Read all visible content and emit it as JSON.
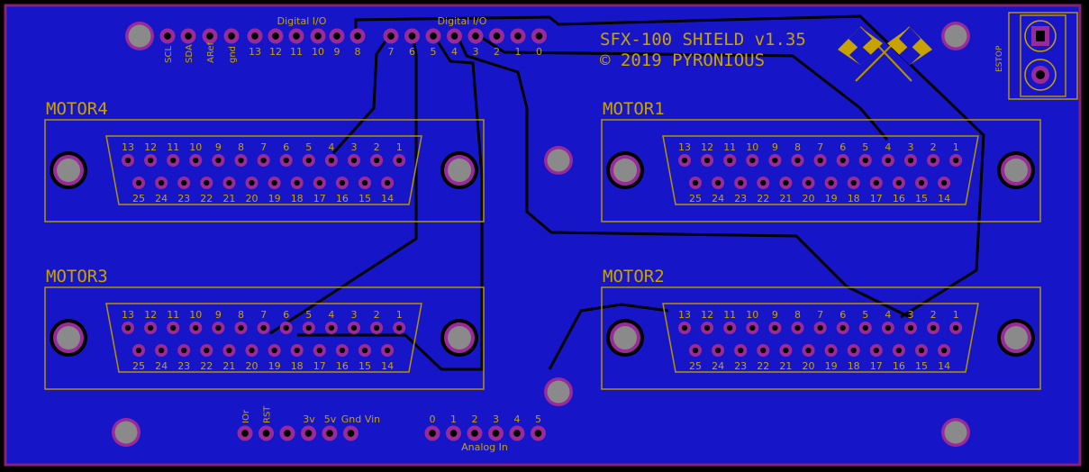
{
  "board": {
    "title_line1": "SFX-100 SHIELD v1.35",
    "title_line2": "© 2019 PYRONIOUS",
    "colors": {
      "copper": "#1616c8",
      "background": "#000000",
      "silkscreen": "#c8a200",
      "pad_ring": "#9a2a9a",
      "outline": "#8b1f7a"
    }
  },
  "headers": {
    "digital_label": "Digital I/O",
    "digital_left_pins": [
      "SCL",
      "SDA",
      "ARef",
      "gnd",
      "13",
      "12",
      "11",
      "10",
      "9",
      "8"
    ],
    "digital_right_pins": [
      "7",
      "6",
      "5",
      "4",
      "3",
      "2",
      "1",
      "0"
    ],
    "power_pins": [
      "IOr",
      "RST",
      "3v",
      "5v",
      "Gnd",
      "Vin"
    ],
    "analog_pins": [
      "0",
      "1",
      "2",
      "3",
      "4",
      "5"
    ],
    "analog_label": "Analog In"
  },
  "estop": {
    "label": "ESTOP"
  },
  "connectors": [
    {
      "id": "motor4",
      "label": "MOTOR4"
    },
    {
      "id": "motor1",
      "label": "MOTOR1"
    },
    {
      "id": "motor3",
      "label": "MOTOR3"
    },
    {
      "id": "motor2",
      "label": "MOTOR2"
    }
  ],
  "db25": {
    "top_row": [
      "13",
      "12",
      "11",
      "10",
      "9",
      "8",
      "7",
      "6",
      "5",
      "4",
      "3",
      "2",
      "1"
    ],
    "bottom_row": [
      "25",
      "24",
      "23",
      "22",
      "21",
      "20",
      "19",
      "18",
      "17",
      "16",
      "15",
      "14"
    ]
  }
}
